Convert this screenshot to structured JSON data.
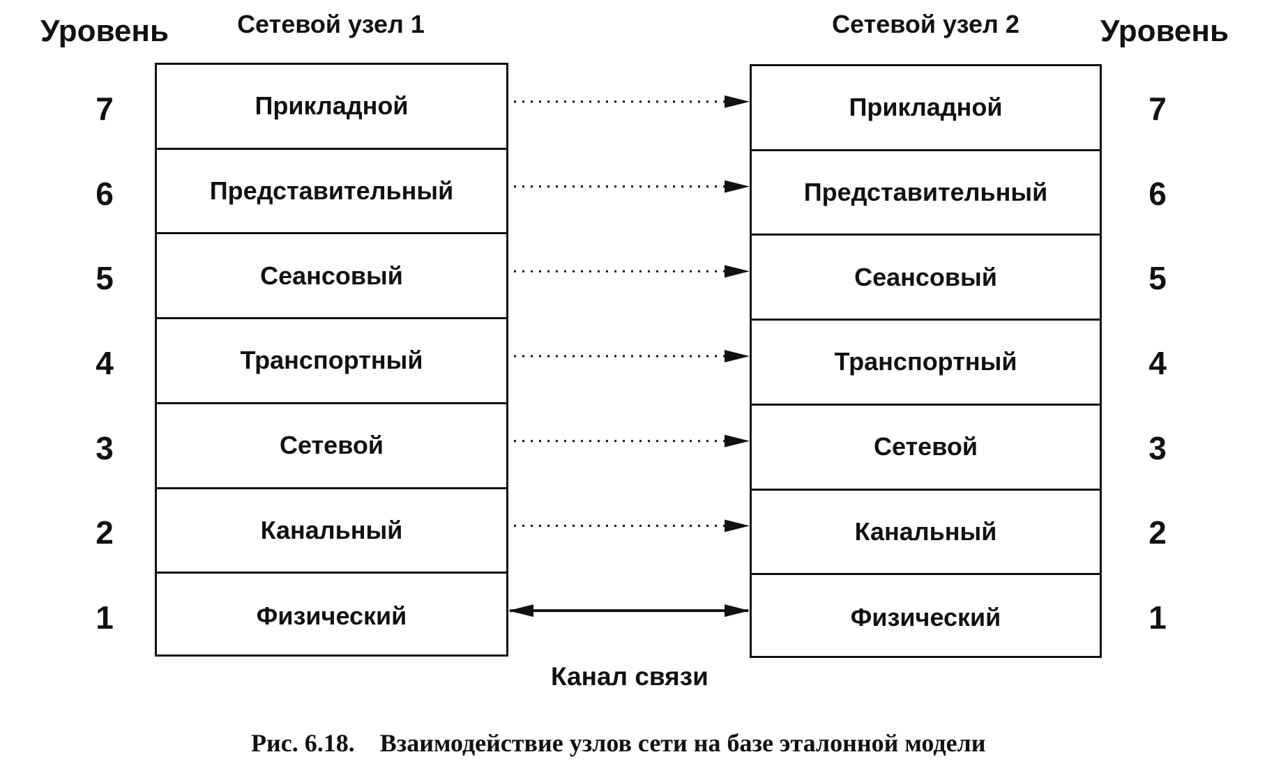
{
  "headers": {
    "level_left": "Уровень",
    "level_right": "Уровень",
    "node1": "Сетевой узел  1",
    "node2": "Сетевой узел  2"
  },
  "layers": [
    {
      "level": "7",
      "name": "Прикладной",
      "link": "dotted"
    },
    {
      "level": "6",
      "name": "Представительный",
      "link": "dotted"
    },
    {
      "level": "5",
      "name": "Сеансовый",
      "link": "dotted"
    },
    {
      "level": "4",
      "name": "Транспортный",
      "link": "dotted"
    },
    {
      "level": "3",
      "name": "Сетевой",
      "link": "dotted"
    },
    {
      "level": "2",
      "name": "Канальный",
      "link": "dotted"
    },
    {
      "level": "1",
      "name": "Физический",
      "link": "solid"
    }
  ],
  "channel_label": "Канал  связи",
  "caption": {
    "figure_number": "Рис. 6.18.",
    "text": "Взаимодействие узлов сети на базе эталонной модели"
  },
  "colors": {
    "ink": "#111111",
    "background": "#ffffff"
  }
}
